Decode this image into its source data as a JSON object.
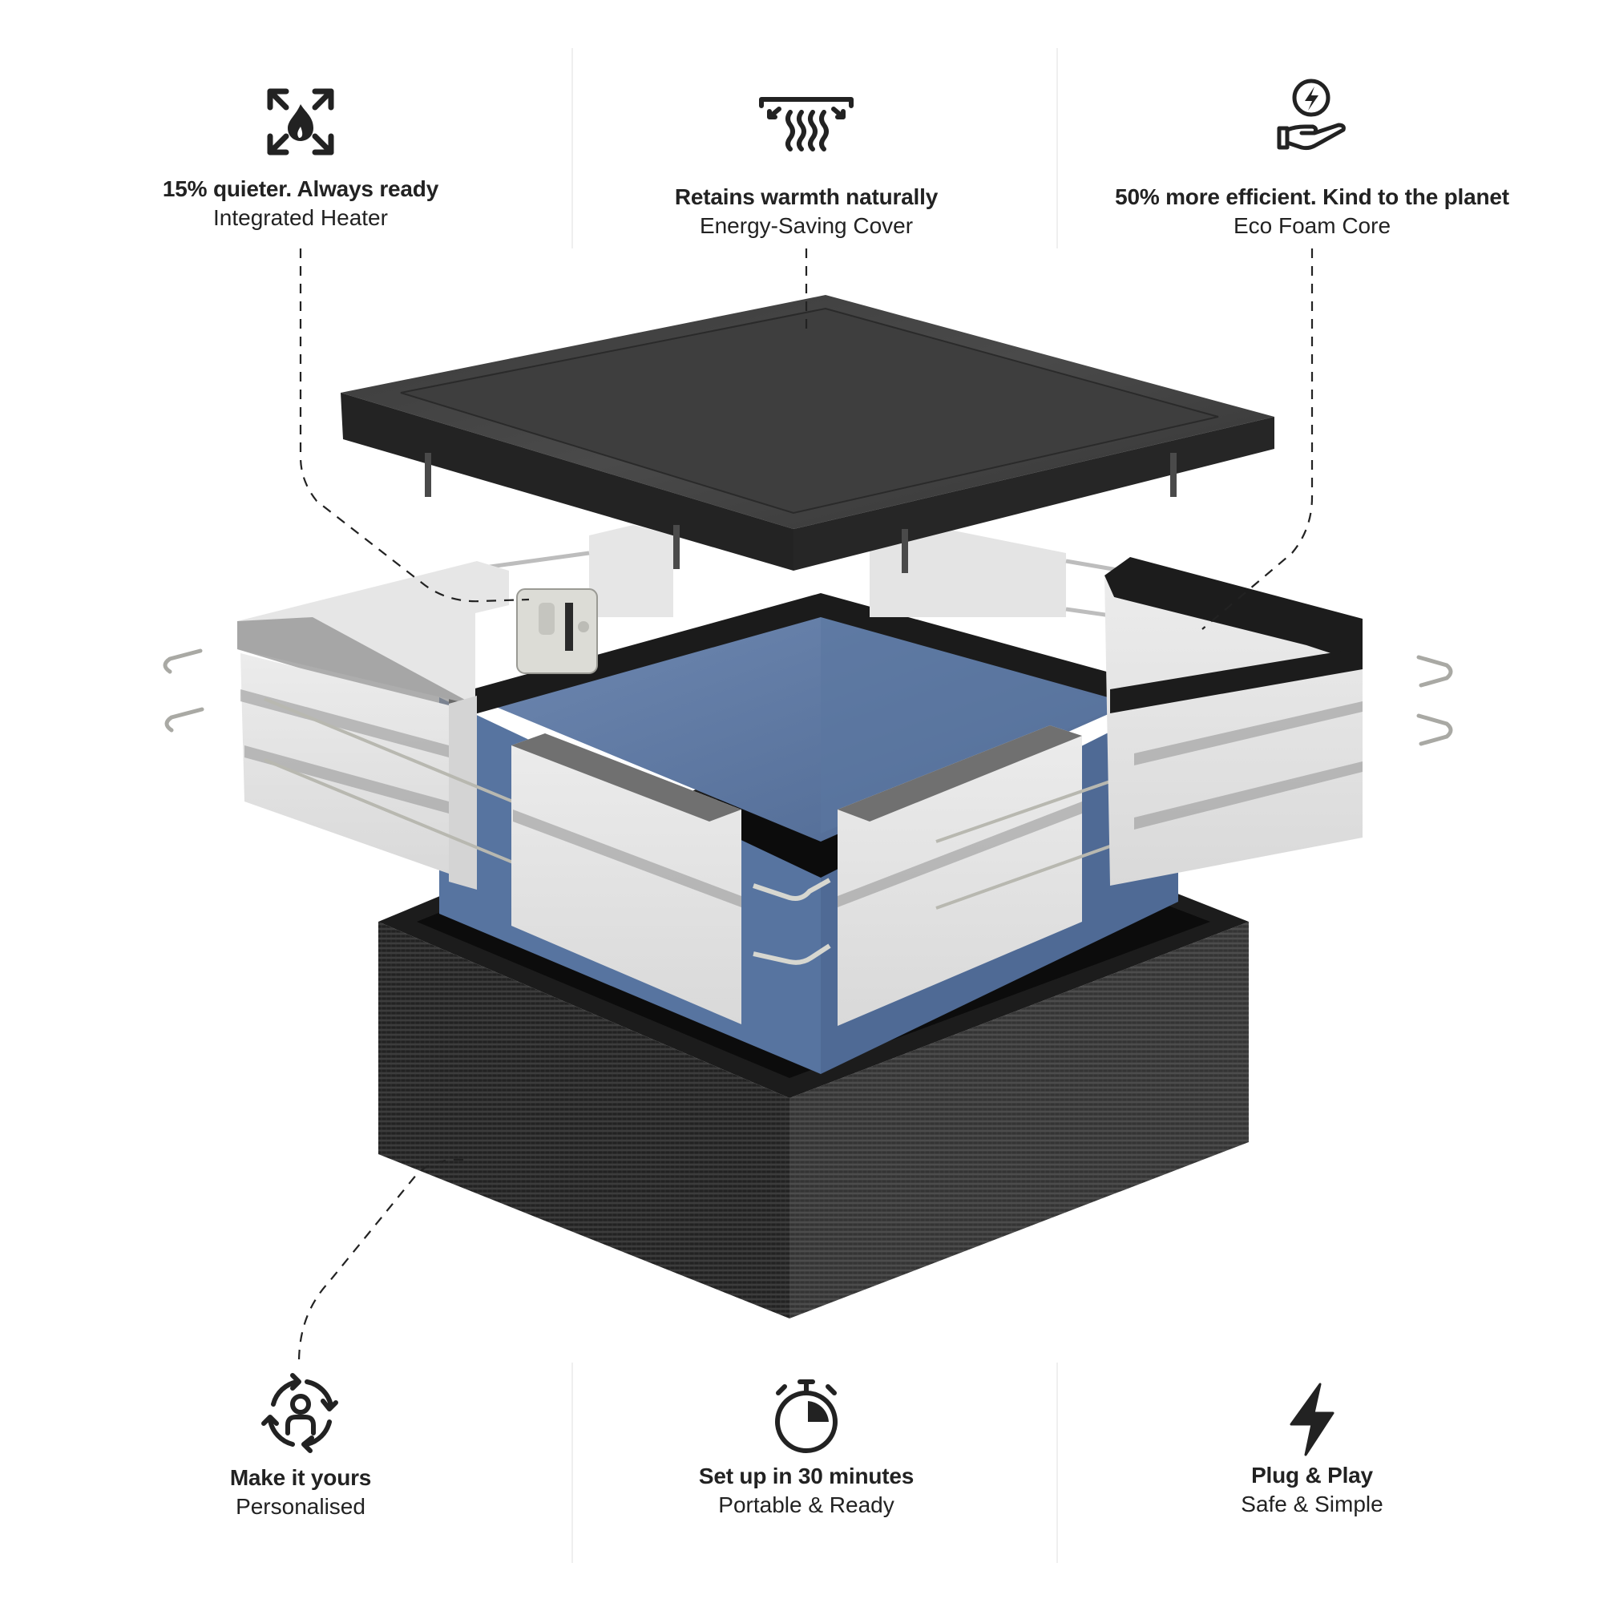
{
  "colors": {
    "background": "#ffffff",
    "text": "#222222",
    "divider": "#efefef",
    "liner_blue": "#5f7aa3",
    "foam_panel": "#e2e2e2",
    "cover_black": "#2a2a2a",
    "shell_fabric": "#2e2e2e"
  },
  "top_features": [
    {
      "icon": "flame-expand-icon",
      "headline": "15% quieter. Always ready",
      "subtitle": "Integrated Heater"
    },
    {
      "icon": "heat-retain-icon",
      "headline": "Retains warmth naturally",
      "subtitle": "Energy-Saving Cover"
    },
    {
      "icon": "energy-hand-icon",
      "headline": "50% more efficient. Kind to the planet",
      "subtitle": "Eco Foam Core"
    }
  ],
  "bottom_features": [
    {
      "icon": "person-cycle-icon",
      "headline": "Make it yours",
      "subtitle": "Personalised"
    },
    {
      "icon": "stopwatch-icon",
      "headline": "Set up in 30 minutes",
      "subtitle": "Portable & Ready"
    },
    {
      "icon": "lightning-icon",
      "headline": "Plug & Play",
      "subtitle": "Safe & Simple"
    }
  ],
  "product": {
    "components": [
      "Energy-Saving Cover",
      "Integrated Heater",
      "Eco Foam Core panels",
      "Blue liner",
      "Woven outer shell",
      "Connector pins"
    ]
  }
}
